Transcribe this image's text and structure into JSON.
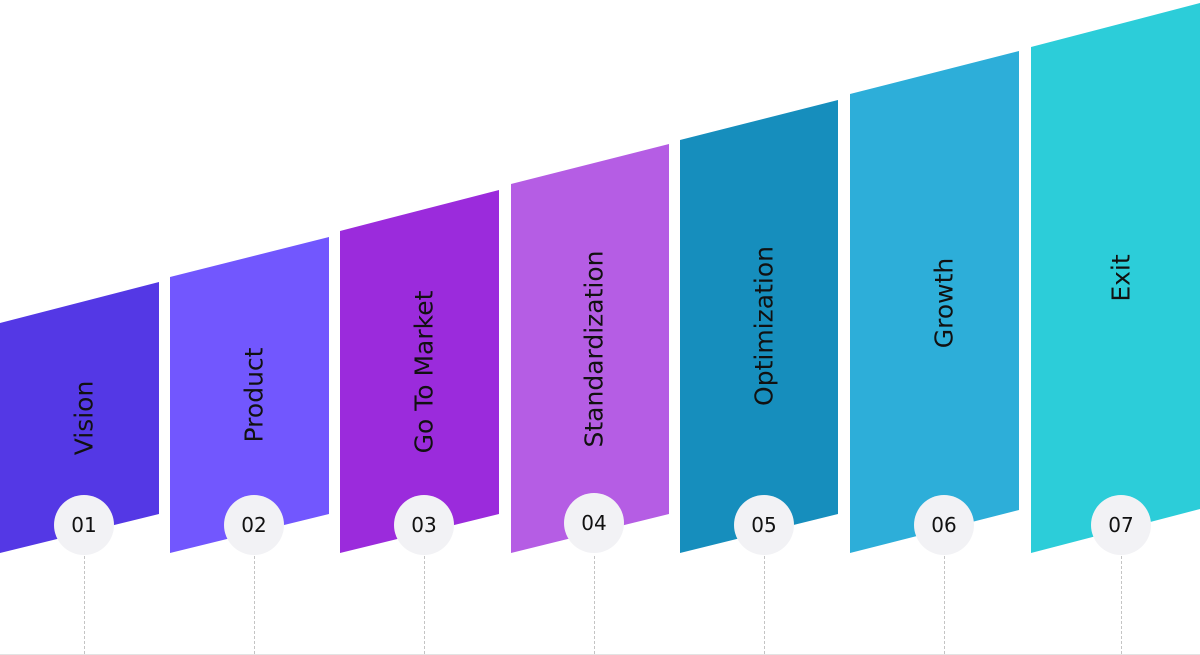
{
  "stages": [
    {
      "number": "01",
      "label": "Vision",
      "color": "#5438E5"
    },
    {
      "number": "02",
      "label": "Product",
      "color": "#7257FE"
    },
    {
      "number": "03",
      "label": "Go To Market",
      "color": "#9B2BDC"
    },
    {
      "number": "04",
      "label": "Standardization",
      "color": "#B55DE4"
    },
    {
      "number": "05",
      "label": "Optimization",
      "color": "#168EBD"
    },
    {
      "number": "06",
      "label": "Growth",
      "color": "#2DAED9"
    },
    {
      "number": "07",
      "label": "Exit",
      "color": "#2CCDD9"
    }
  ]
}
